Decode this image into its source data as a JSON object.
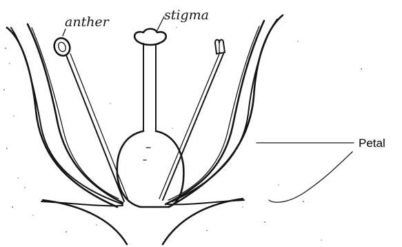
{
  "labels": {
    "anther": "anther",
    "stigma": "stigma",
    "petal": "Petal"
  }
}
